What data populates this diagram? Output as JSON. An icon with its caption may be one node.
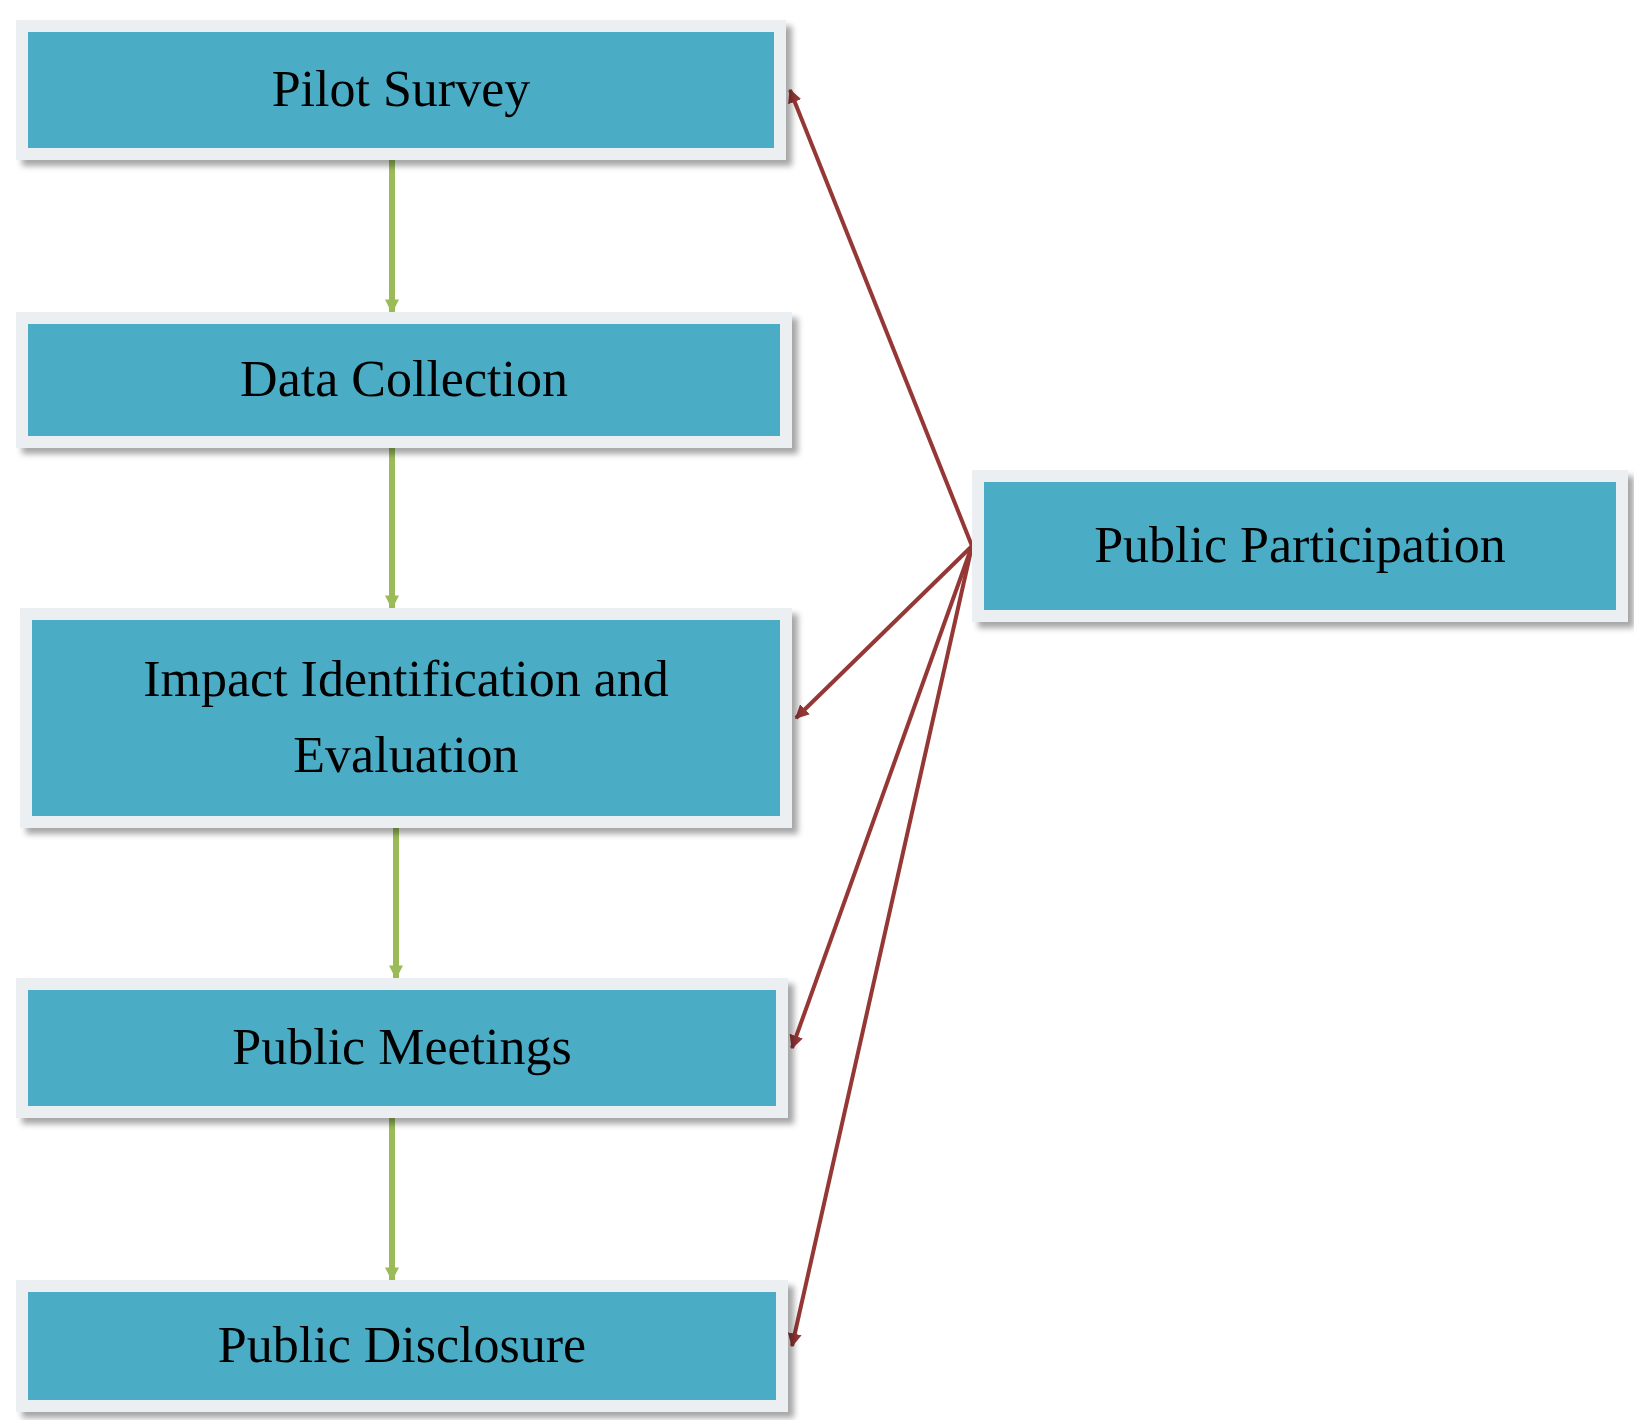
{
  "diagram": {
    "nodes": [
      {
        "text": [
          "Pilot Survey"
        ]
      },
      {
        "text": [
          "Data Collection"
        ]
      },
      {
        "text": [
          "Impact Identification and Evaluation"
        ]
      },
      {
        "text": [
          "Public Meetings"
        ]
      },
      {
        "text": [
          "Public Disclosure"
        ]
      },
      {
        "text": [
          "Public Participation"
        ]
      }
    ],
    "edges": [
      {
        "from": 0,
        "to": 1,
        "arrow": "to",
        "color": "#9bbb59"
      },
      {
        "from": 1,
        "to": 2,
        "arrow": "to",
        "color": "#9bbb59"
      },
      {
        "from": 2,
        "to": 3,
        "arrow": "to",
        "color": "#9bbb59"
      },
      {
        "from": 3,
        "to": 4,
        "arrow": "to",
        "color": "#9bbb59"
      },
      {
        "from": 5,
        "to": 0,
        "arrow": "to",
        "color": "#953735"
      },
      {
        "from": 5,
        "to": 2,
        "arrow": "to",
        "color": "#953735"
      },
      {
        "from": 5,
        "to": 3,
        "arrow": "to",
        "color": "#953735"
      },
      {
        "from": 5,
        "to": 4,
        "arrow": "to",
        "color": "#953735"
      }
    ]
  }
}
